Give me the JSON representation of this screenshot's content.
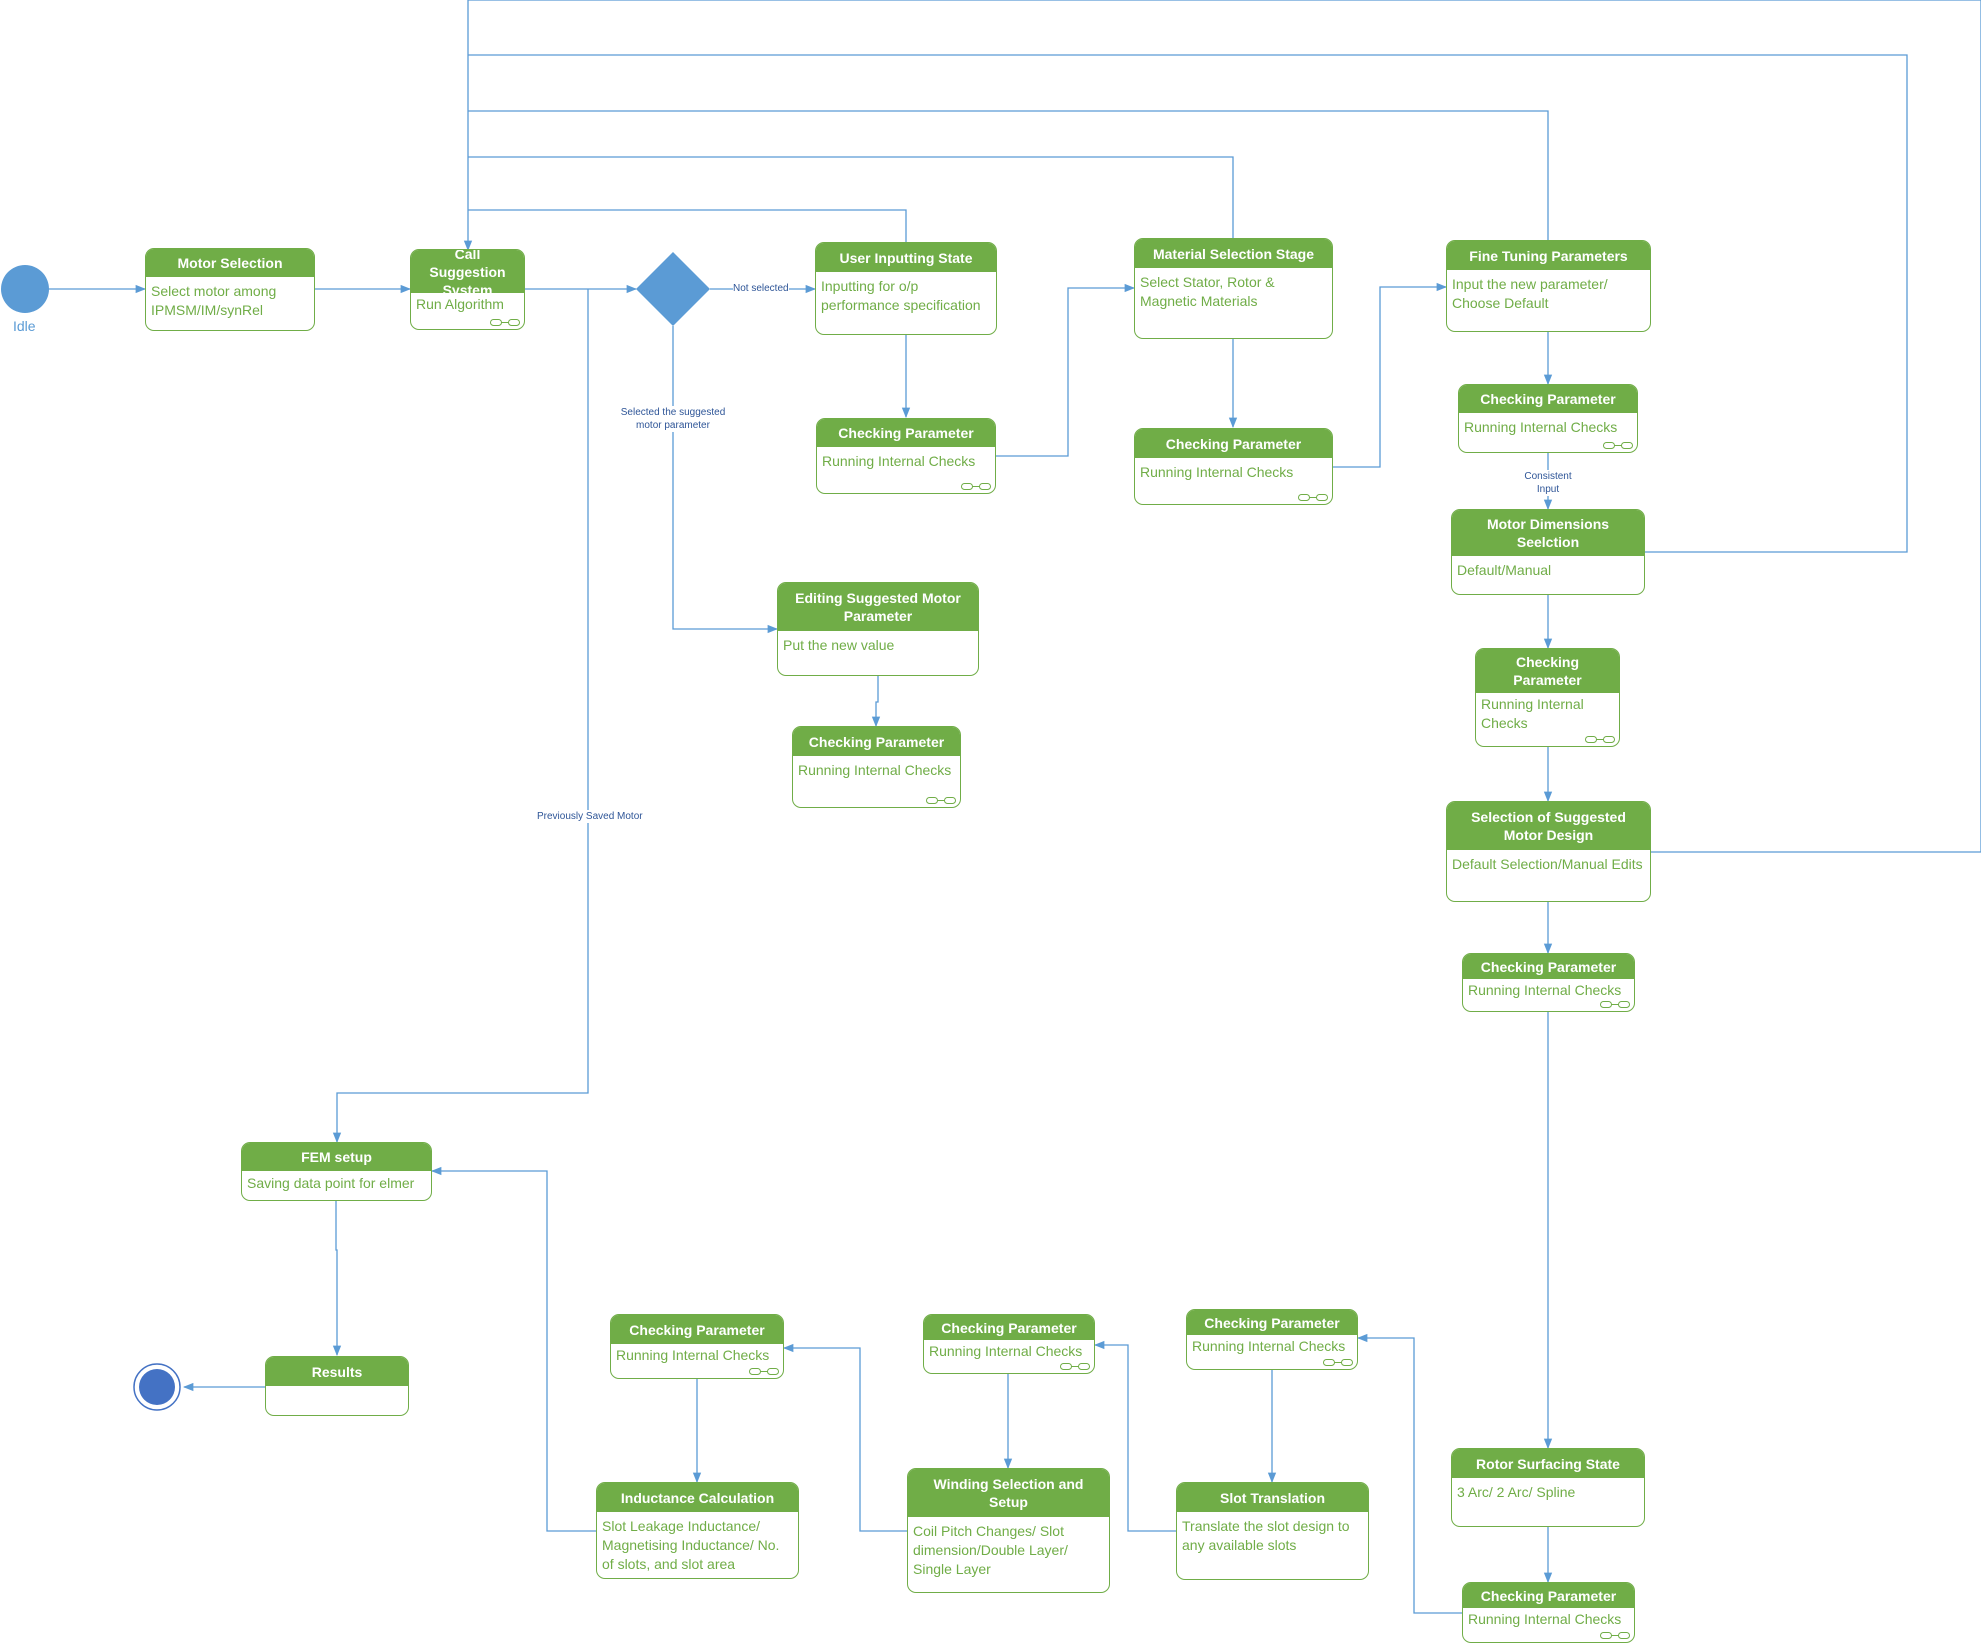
{
  "colors": {
    "state_green": "#70ad47",
    "connector_blue": "#5b9bd5",
    "label_blue": "#2e5597",
    "final_node": "#4472c4"
  },
  "initial": {
    "label": "Idle"
  },
  "decision": {
    "not_selected": "Not selected",
    "selected_suggested": "Selected the suggested motor parameter",
    "previously_saved": "Previously Saved Motor"
  },
  "edge_labels": {
    "consistent_input": "Consistent Input"
  },
  "states": {
    "motor_selection": {
      "title": "Motor Selection",
      "body": "Select motor among IPMSM/IM/synRel"
    },
    "call_suggestion": {
      "title": "Call Suggestion System",
      "body": "Run Algorithm"
    },
    "user_inputting": {
      "title": "User Inputting State",
      "body": "Inputting for o/p performance specification"
    },
    "check_user": {
      "title": "Checking Parameter",
      "body": "Running Internal Checks"
    },
    "material_selection": {
      "title": "Material Selection Stage",
      "body": "Select Stator, Rotor & Magnetic Materials"
    },
    "check_material": {
      "title": "Checking Parameter",
      "body": "Running Internal Checks"
    },
    "fine_tuning": {
      "title": "Fine Tuning Parameters",
      "body": "Input the new parameter/ Choose Default"
    },
    "check_fine": {
      "title": "Checking Parameter",
      "body": "Running Internal Checks"
    },
    "motor_dimensions": {
      "title": "Motor Dimensions Seelction",
      "body": "Default/Manual"
    },
    "check_dimensions": {
      "title": "Checking Parameter",
      "body": "Running Internal Checks"
    },
    "selection_suggested": {
      "title": "Selection of Suggested Motor Design",
      "body": "Default Selection/Manual Edits"
    },
    "check_selection": {
      "title": "Checking Parameter",
      "body": "Running Internal Checks"
    },
    "editing_suggested": {
      "title": "Editing Suggested Motor Parameter",
      "body": "Put the new value"
    },
    "check_editing": {
      "title": "Checking Parameter",
      "body": "Running Internal Checks"
    },
    "rotor_surfacing": {
      "title": "Rotor Surfacing State",
      "body": "3 Arc/ 2 Arc/ Spline"
    },
    "check_rotor": {
      "title": "Checking Parameter",
      "body": "Running Internal Checks"
    },
    "slot_translation": {
      "title": "Slot Translation",
      "body": "Translate the slot design to any available slots"
    },
    "check_slot": {
      "title": "Checking Parameter",
      "body": "Running Internal Checks"
    },
    "winding_selection": {
      "title": "Winding Selection and Setup",
      "body": "Coil Pitch Changes/ Slot dimension/Double Layer/ Single Layer"
    },
    "check_winding": {
      "title": "Checking Parameter",
      "body": "Running Internal Checks"
    },
    "inductance_calc": {
      "title": "Inductance Calculation",
      "body": "Slot Leakage Inductance/ Magnetising Inductance/ No. of slots, and slot area"
    },
    "check_inductance": {
      "title": "Checking Parameter",
      "body": "Running Internal Checks"
    },
    "fem_setup": {
      "title": "FEM setup",
      "body": "Saving data point for elmer"
    },
    "results": {
      "title": "Results",
      "body": ""
    }
  }
}
